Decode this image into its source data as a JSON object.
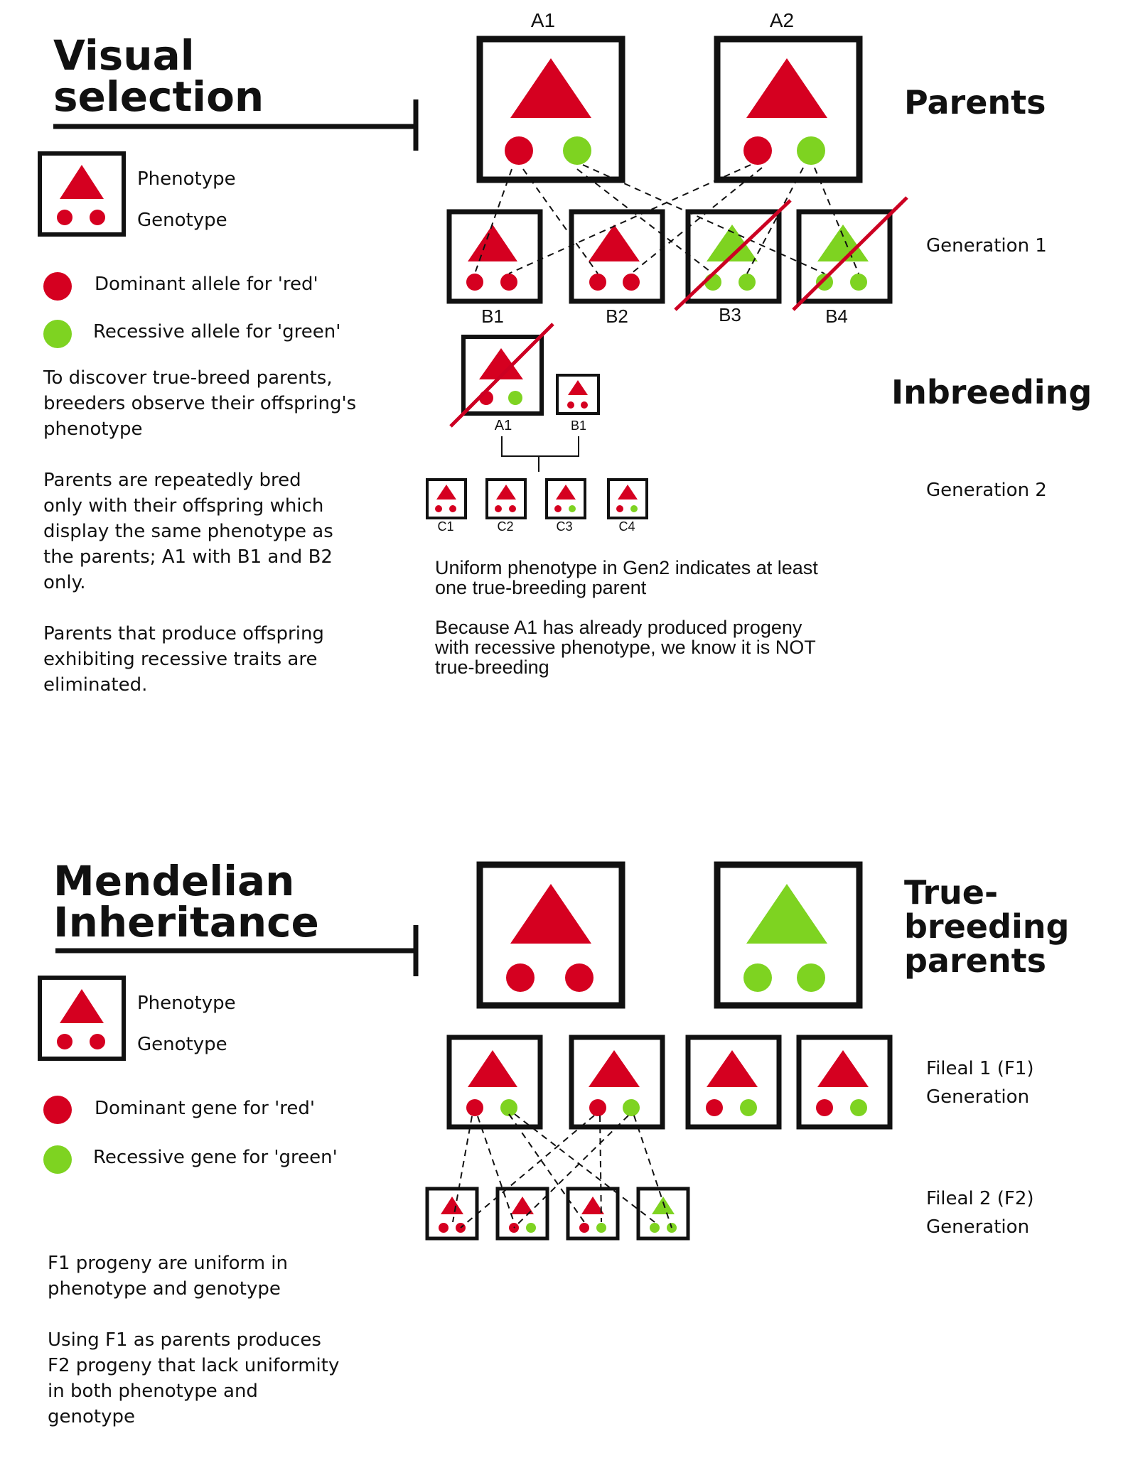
{
  "colors": {
    "red": "#d50020",
    "green": "#7ed321",
    "black": "#111111",
    "cross": "#cc0022"
  },
  "section1": {
    "title_line1": "Visual",
    "title_line2": "selection",
    "legend": {
      "phenotype": "Phenotype",
      "genotype": "Genotype",
      "dominant": "Dominant allele for 'red'",
      "recessive": "Recessive allele for 'green'"
    },
    "paragraph1": [
      "To discover true-breed parents,",
      "breeders observe their offspring's",
      "phenotype"
    ],
    "paragraph2": [
      "Parents are repeatedly bred",
      "only with their offspring which",
      "display the same phenotype as",
      "the parents; A1 with B1 and B2",
      "only."
    ],
    "paragraph3": [
      "Parents that produce offspring",
      "exhibiting recessive traits are",
      "eliminated."
    ],
    "parents": {
      "heading": "Parents",
      "a1": "A1",
      "a2": "A2"
    },
    "generation1": {
      "label": "Generation 1",
      "b1": "B1",
      "b2": "B2",
      "b3": "B3",
      "b4": "B4"
    },
    "inbreeding": {
      "heading": "Inbreeding",
      "a1": "A1",
      "b1": "B1"
    },
    "generation2": {
      "label": "Generation 2",
      "c1": "C1",
      "c2": "C2",
      "c3": "C3",
      "c4": "C4"
    },
    "note1": [
      "Uniform phenotype in Gen2 indicates at least",
      "one true-breeding parent"
    ],
    "note2": [
      "Because A1 has already produced progeny",
      "with recessive phenotype, we know it is NOT",
      "true-breeding"
    ]
  },
  "section2": {
    "title_line1": "Mendelian",
    "title_line2": "Inheritance",
    "legend": {
      "phenotype": "Phenotype",
      "genotype": "Genotype",
      "dominant": "Dominant gene for 'red'",
      "recessive": "Recessive gene for 'green'"
    },
    "true_breeding": [
      "True-",
      "breeding",
      "parents"
    ],
    "f1_label": [
      "Fileal 1 (F1)",
      "Generation"
    ],
    "f2_label": [
      "Fileal 2 (F2)",
      "Generation"
    ],
    "paragraph1": [
      "F1 progeny are uniform in",
      "phenotype and genotype"
    ],
    "paragraph2": [
      "Using F1 as parents produces",
      "F2 progeny that lack uniformity",
      "in both phenotype and",
      "genotype"
    ]
  }
}
